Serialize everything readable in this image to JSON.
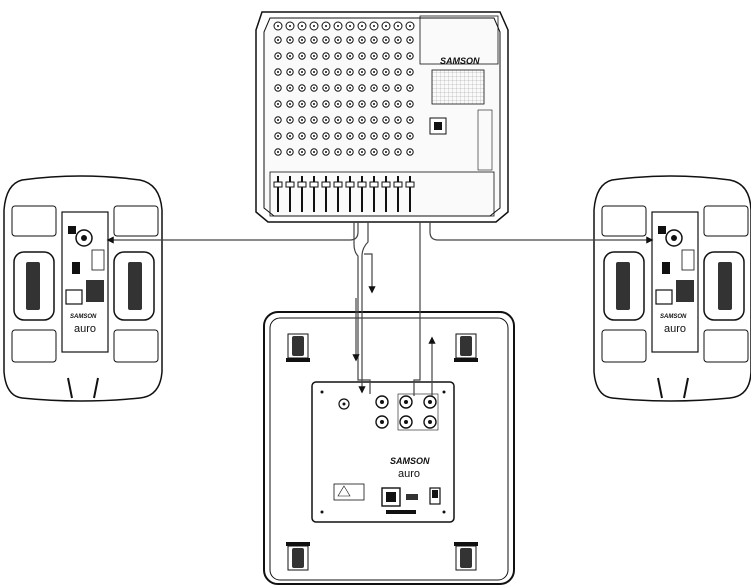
{
  "mixer": {
    "brand": "SAMSON",
    "channel_count": 12
  },
  "speaker_left": {
    "brand": "SAMSON",
    "model": "auro"
  },
  "speaker_right": {
    "brand": "SAMSON",
    "model": "auro"
  },
  "subwoofer": {
    "brand": "SAMSON",
    "model": "auro"
  },
  "colors": {
    "line": "#111111",
    "cable": "#444444",
    "background": "#ffffff"
  }
}
